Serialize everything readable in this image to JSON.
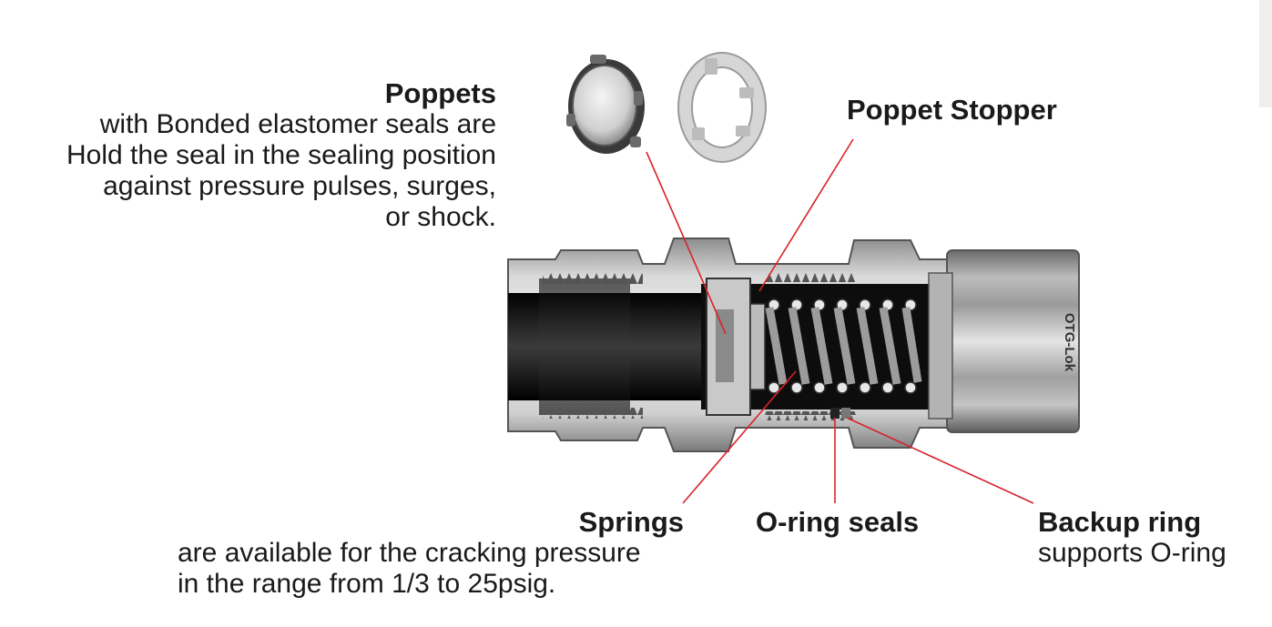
{
  "labels": {
    "poppets": {
      "title": "Poppets",
      "lines": [
        "with Bonded elastomer seals are",
        "Hold the seal in the sealing position",
        "against pressure pulses, surges,",
        "or shock."
      ]
    },
    "poppet_stopper": {
      "title": "Poppet Stopper"
    },
    "springs": {
      "title": "Springs",
      "lines": [
        "are available for the cracking pressure",
        "in the range from 1/3 to 25psig."
      ]
    },
    "o_ring_seals": {
      "title": "O-ring seals"
    },
    "backup_ring": {
      "title": "Backup ring",
      "lines": [
        "supports O-ring"
      ]
    }
  },
  "nut_marking": "OTG-Lok",
  "colors": {
    "leader_line": "#d8232a",
    "metal_light": "#c9c9c9",
    "metal_mid": "#a9a9a9",
    "metal_dark": "#6e6e6e",
    "cavity": "#111111"
  }
}
